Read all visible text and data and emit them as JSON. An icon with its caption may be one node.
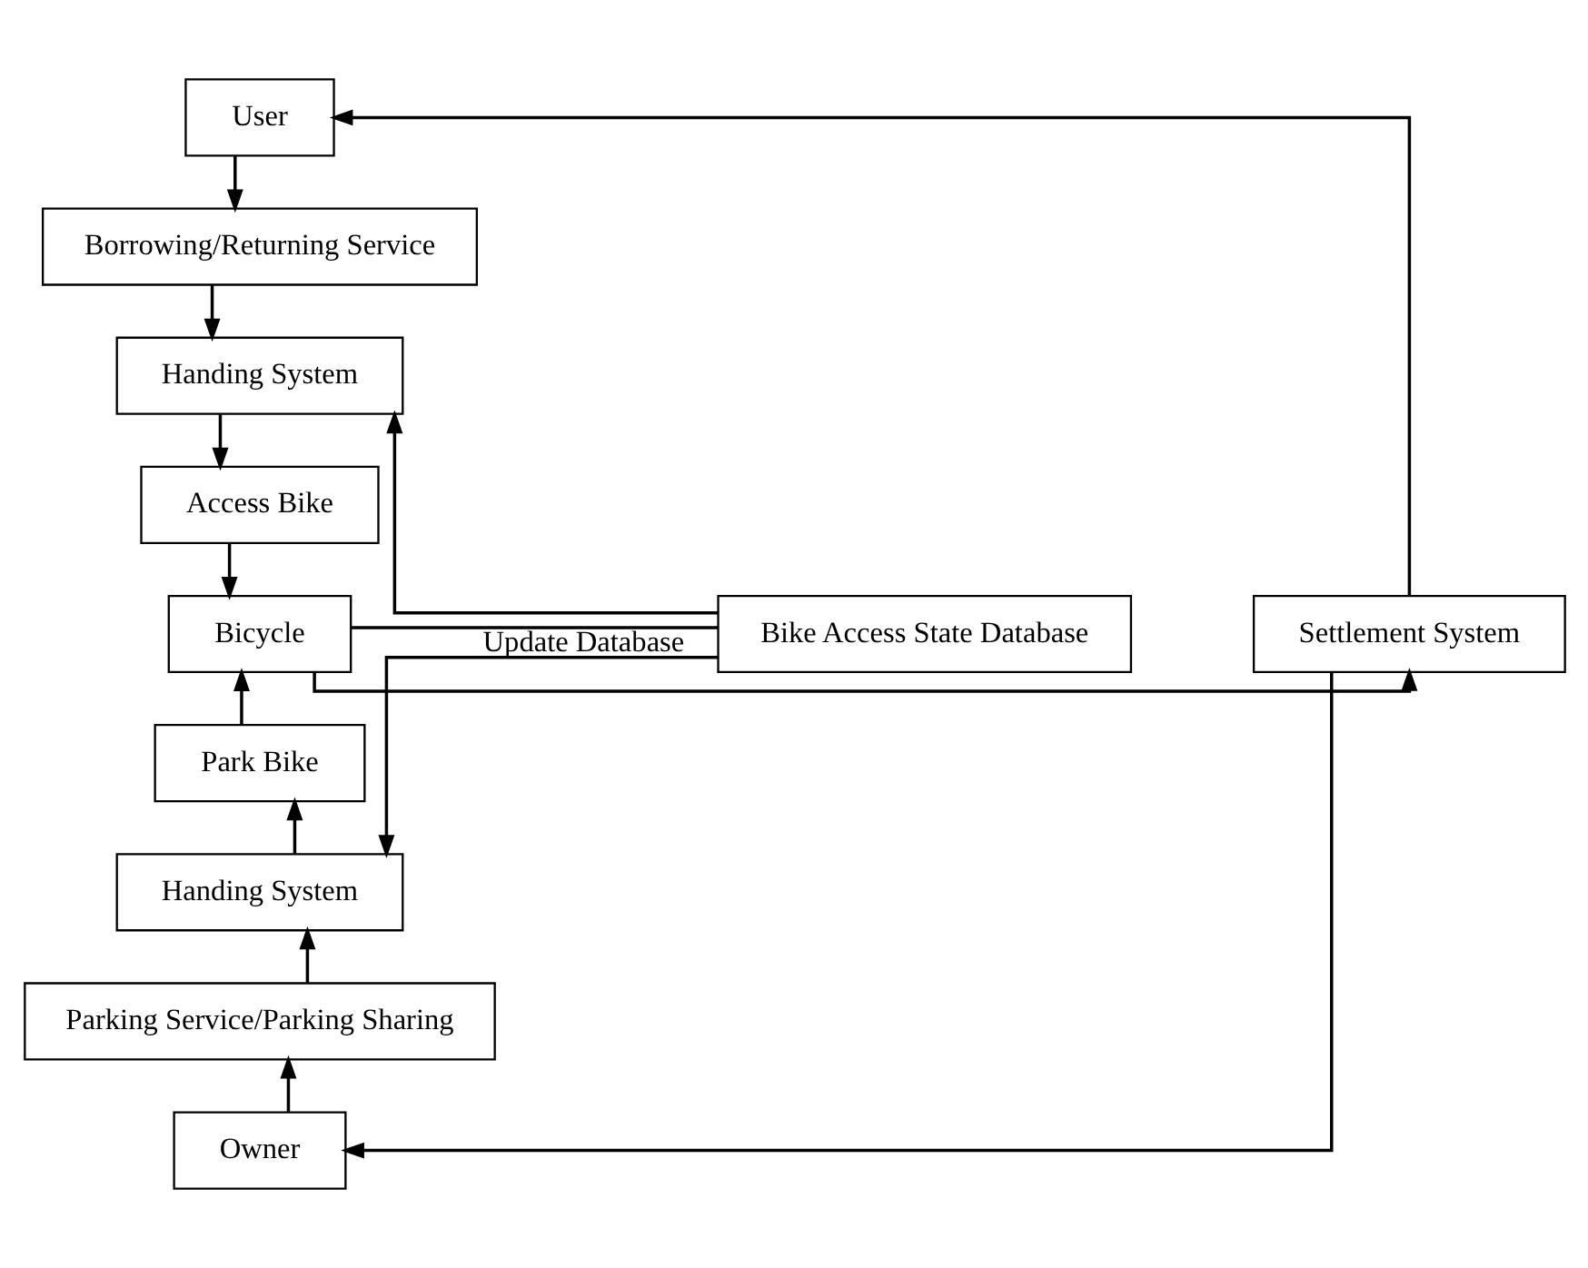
{
  "diagram": {
    "nodes": [
      {
        "text": [
          "User"
        ]
      },
      {
        "text": [
          "Borrowing/Returning Service"
        ]
      },
      {
        "text": [
          "Handing System"
        ]
      },
      {
        "text": [
          "Access Bike"
        ]
      },
      {
        "text": [
          "Bicycle"
        ]
      },
      {
        "text": [
          "Park Bike"
        ]
      },
      {
        "text": [
          "Handing System"
        ]
      },
      {
        "text": [
          "Parking Service/Parking Sharing"
        ]
      },
      {
        "text": [
          "Owner"
        ]
      },
      {
        "text": [
          "Bike Access State Database"
        ]
      },
      {
        "text": [
          "Settlement System"
        ]
      }
    ],
    "edges": [
      {
        "from": 0,
        "to": 1,
        "arrow": "to"
      },
      {
        "from": 1,
        "to": 2,
        "arrow": "to"
      },
      {
        "from": 2,
        "to": 3,
        "arrow": "to"
      },
      {
        "from": 3,
        "to": 4,
        "arrow": "to"
      },
      {
        "from": 5,
        "to": 4,
        "arrow": "to"
      },
      {
        "from": 6,
        "to": 5,
        "arrow": "to"
      },
      {
        "from": 7,
        "to": 6,
        "arrow": "to"
      },
      {
        "from": 8,
        "to": 7,
        "arrow": "to"
      },
      {
        "from": 9,
        "to": 2,
        "arrow": "to"
      },
      {
        "from": 9,
        "to": 6,
        "arrow": "to"
      },
      {
        "from": 4,
        "to": 9,
        "arrow": "none",
        "label": "Update Database"
      },
      {
        "from": 4,
        "to": 10,
        "arrow": "to"
      },
      {
        "from": 10,
        "to": 0,
        "arrow": "to"
      },
      {
        "from": 10,
        "to": 8,
        "arrow": "to"
      }
    ]
  }
}
